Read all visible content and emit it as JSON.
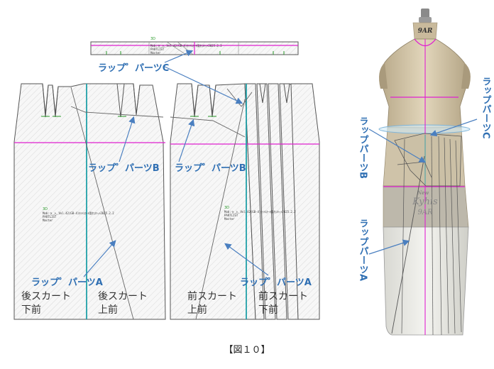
{
  "pattern": {
    "wrap_parts_label_c": "ラップ゜パーツC",
    "wrap_parts_label_b": "ラップ゜パーツB",
    "wrap_parts_label_a": "ラップ゜パーツA",
    "back_skirt_lower_line1": "後スカート",
    "back_skirt_lower_line2": "下前",
    "back_skirt_upper_line1": "後スカート",
    "back_skirt_upper_line2": "上前",
    "front_skirt_upper_line1": "前スカート",
    "front_skirt_upper_line2": "上前",
    "front_skirt_lower_line1": "前スカート",
    "front_skirt_lower_line2": "下前",
    "piece_code": "3D",
    "piece_info_line1": "Mob:ラ_入_Vol.42(GB-4)ﾀｲﾄｽｶｰﾄ隠れｽﾘｯﾄ2025.2.2",
    "piece_info_line2": "PARTLIST",
    "piece_info_line3": "Master"
  },
  "dressform": {
    "brand_top": "9AR",
    "brand_mid": "Kyhis",
    "brand_mid2": "9AR",
    "brand_new": "New",
    "label_c": "ラップパーツC",
    "label_b": "ラップパーツB",
    "label_a": "ラップパーツA"
  },
  "caption": "【図１０】",
  "colors": {
    "magenta": "#e020d0",
    "teal": "#20a0a8",
    "blue": "#2f6fb3",
    "outline": "#555555"
  }
}
